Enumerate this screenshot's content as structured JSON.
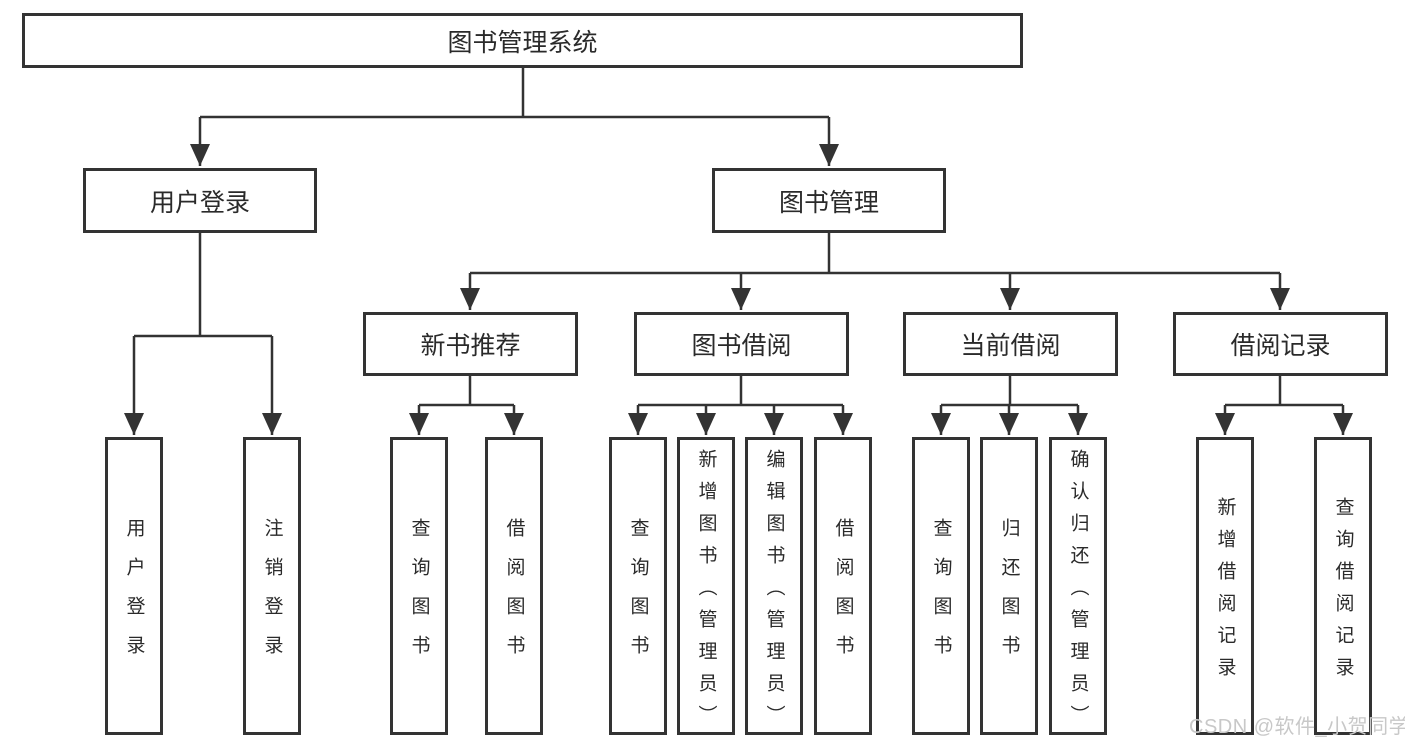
{
  "diagram": {
    "root": {
      "label": "图书管理系统"
    },
    "branches": [
      {
        "label": "用户登录",
        "children": [
          {
            "label": "用户登录"
          },
          {
            "label": "注销登录"
          }
        ]
      },
      {
        "label": "图书管理",
        "children": [
          {
            "label": "新书推荐",
            "children": [
              {
                "label": "查询图书"
              },
              {
                "label": "借阅图书"
              }
            ]
          },
          {
            "label": "图书借阅",
            "children": [
              {
                "label": "查询图书"
              },
              {
                "label": "新增图书（管理员）"
              },
              {
                "label": "编辑图书（管理员）"
              },
              {
                "label": "借阅图书"
              }
            ]
          },
          {
            "label": "当前借阅",
            "children": [
              {
                "label": "查询图书"
              },
              {
                "label": "归还图书"
              },
              {
                "label": "确认归还（管理员）"
              }
            ]
          },
          {
            "label": "借阅记录",
            "children": [
              {
                "label": "新增借阅记录"
              },
              {
                "label": "查询借阅记录"
              }
            ]
          }
        ]
      }
    ]
  },
  "watermark": {
    "text": "CSDN @软件_小贺同学"
  },
  "colors": {
    "line": "#333333",
    "box_border": "#333333",
    "text": "#2a2a2a",
    "watermark": "#c8c8c8",
    "background": "#ffffff"
  }
}
